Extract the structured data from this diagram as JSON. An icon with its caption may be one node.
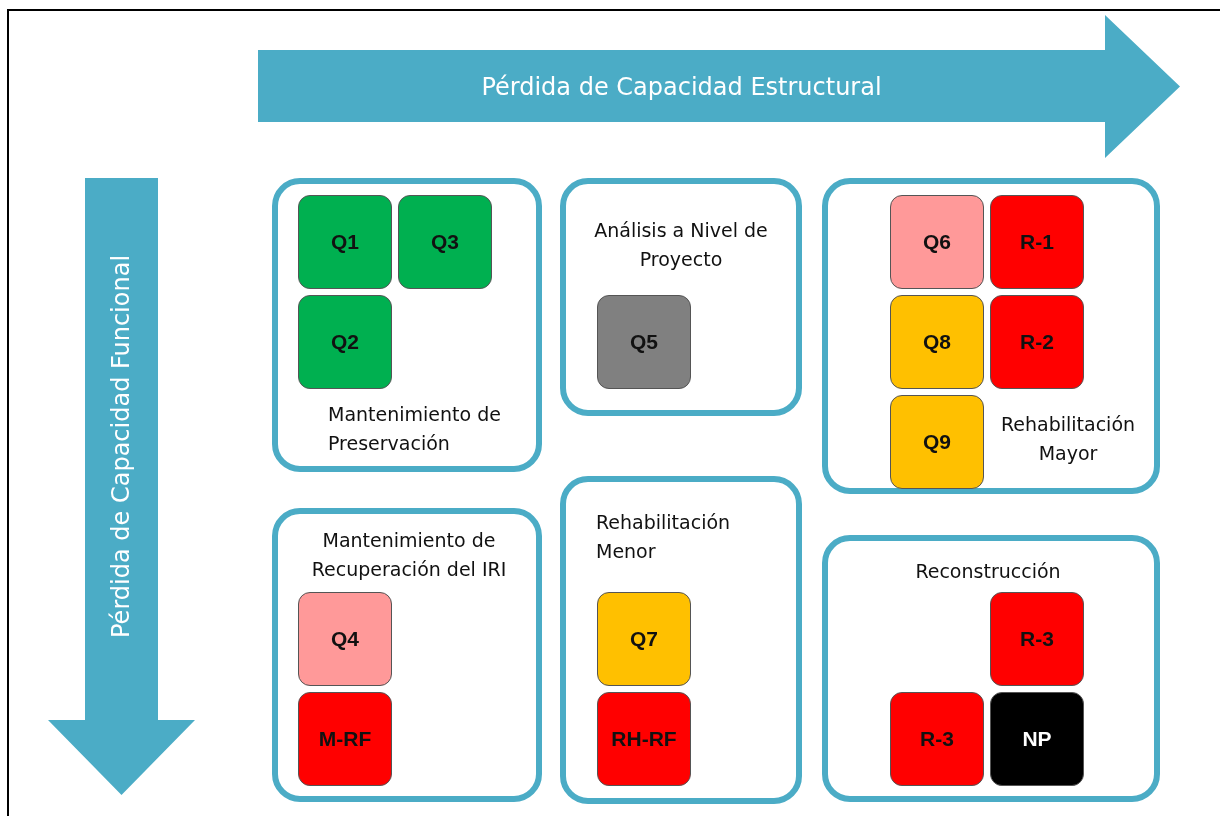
{
  "diagram": {
    "nodes": [
      {
        "text": [
          "Pérdida de Capacidad Estructural"
        ]
      },
      {
        "text": [
          "Pérdida de Capacidad Funcional"
        ]
      },
      {
        "text": [
          "Mantenimiento de Preservación"
        ]
      },
      {
        "text": [
          "Q1"
        ],
        "in": 2
      },
      {
        "text": [
          "Q3"
        ],
        "in": 2
      },
      {
        "text": [
          "Q2"
        ],
        "in": 2
      },
      {
        "text": [
          "Análisis a Nivel de Proyecto"
        ]
      },
      {
        "text": [
          "Q5"
        ],
        "in": 6
      },
      {
        "text": [
          "Rehabilitación Mayor"
        ]
      },
      {
        "text": [
          "Q6"
        ],
        "in": 8
      },
      {
        "text": [
          "R-1"
        ],
        "in": 8
      },
      {
        "text": [
          "Q8"
        ],
        "in": 8
      },
      {
        "text": [
          "R-2"
        ],
        "in": 8
      },
      {
        "text": [
          "Q9"
        ],
        "in": 8
      },
      {
        "text": [
          "Mantenimiento de Recuperación del IRI"
        ]
      },
      {
        "text": [
          "Q4"
        ],
        "in": 14
      },
      {
        "text": [
          "M-RF"
        ],
        "in": 14
      },
      {
        "text": [
          "Rehabilitación Menor"
        ]
      },
      {
        "text": [
          "Q7"
        ],
        "in": 17
      },
      {
        "text": [
          "RH-RF"
        ],
        "in": 17
      },
      {
        "text": [
          "Reconstrucción"
        ]
      },
      {
        "text": [
          "R-3"
        ],
        "in": 20
      },
      {
        "text": [
          "R-3"
        ],
        "in": 20
      },
      {
        "text": [
          "NP"
        ],
        "in": 20
      }
    ]
  }
}
